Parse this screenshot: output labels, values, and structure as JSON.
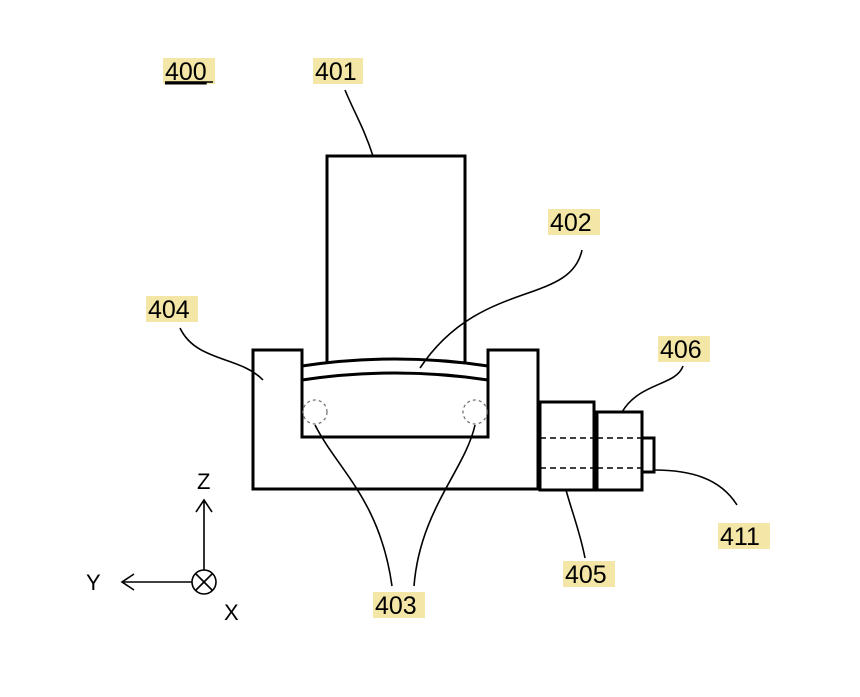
{
  "labels": {
    "assembly": "400",
    "part_401": "401",
    "part_402": "402",
    "part_403": "403",
    "part_404": "404",
    "part_405": "405",
    "part_406": "406",
    "part_411": "411"
  },
  "axes": {
    "z": "Z",
    "y": "Y",
    "x": "X"
  },
  "colors": {
    "label_highlight": "#f3e6a6",
    "line": "#000000"
  }
}
